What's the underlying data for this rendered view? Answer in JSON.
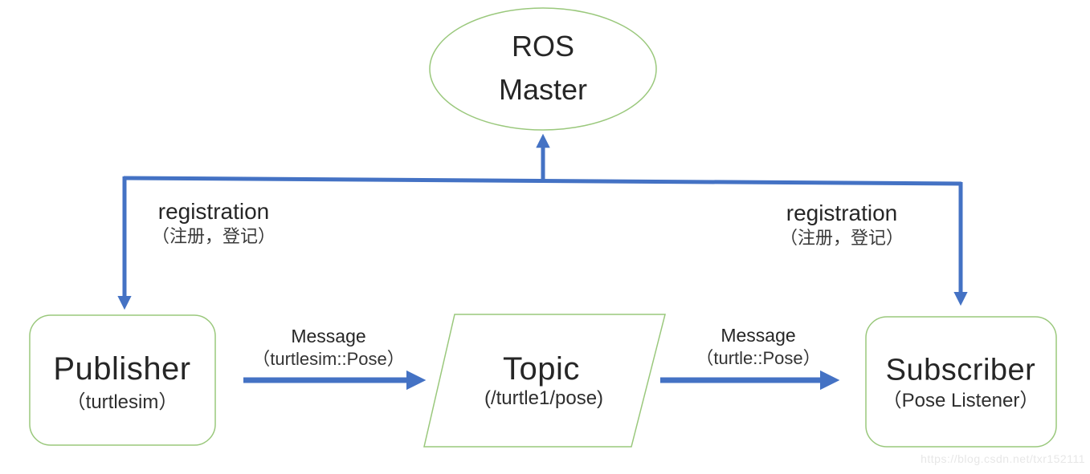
{
  "colors": {
    "arrow_blue": "#4472C4",
    "shape_outline_green": "#9AC87C",
    "text_dark": "#262626",
    "watermark_gray": "#e7e7e7"
  },
  "nodes": {
    "ros_master": {
      "line1": "ROS",
      "line2": "Master"
    },
    "publisher": {
      "title": "Publisher",
      "subtitle": "（turtlesim）"
    },
    "topic": {
      "title": "Topic",
      "subtitle": "(/turtle1/pose)"
    },
    "subscriber": {
      "title": "Subscriber",
      "subtitle": "（Pose Listener）"
    }
  },
  "edges": {
    "registration_left": {
      "label": "registration",
      "sublabel": "（注册，登记）"
    },
    "registration_right": {
      "label": "registration",
      "sublabel": "（注册，登记）"
    },
    "message_left": {
      "label": "Message",
      "sublabel": "（turtlesim::Pose）"
    },
    "message_right": {
      "label": "Message",
      "sublabel": "（turtle::Pose）"
    }
  },
  "watermark": "https://blog.csdn.net/txr152111"
}
